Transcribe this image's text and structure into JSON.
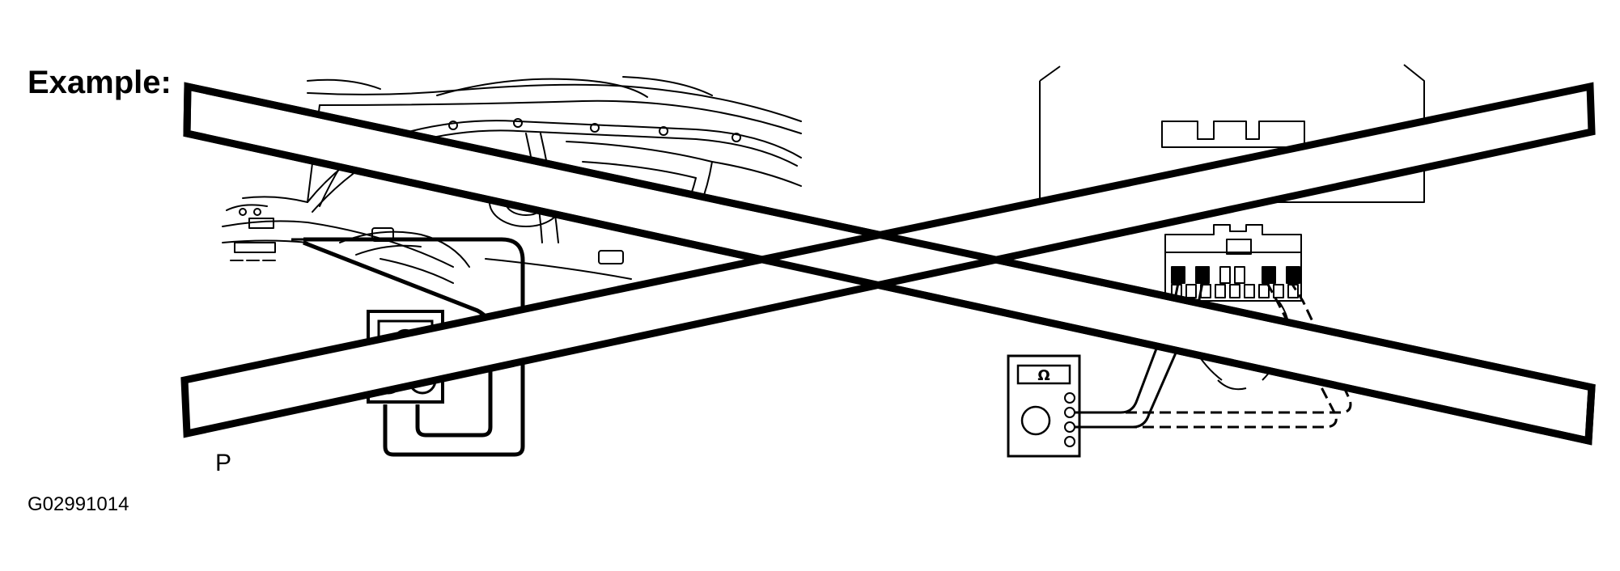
{
  "diagram": {
    "heading": "Example:",
    "point_label": "P",
    "figure_id": "G02991014",
    "ohm_symbol": "Ω",
    "stroke_color": "#000000",
    "background_color": "#ffffff",
    "incorrect_mark_icon": "x-mark-icon"
  }
}
